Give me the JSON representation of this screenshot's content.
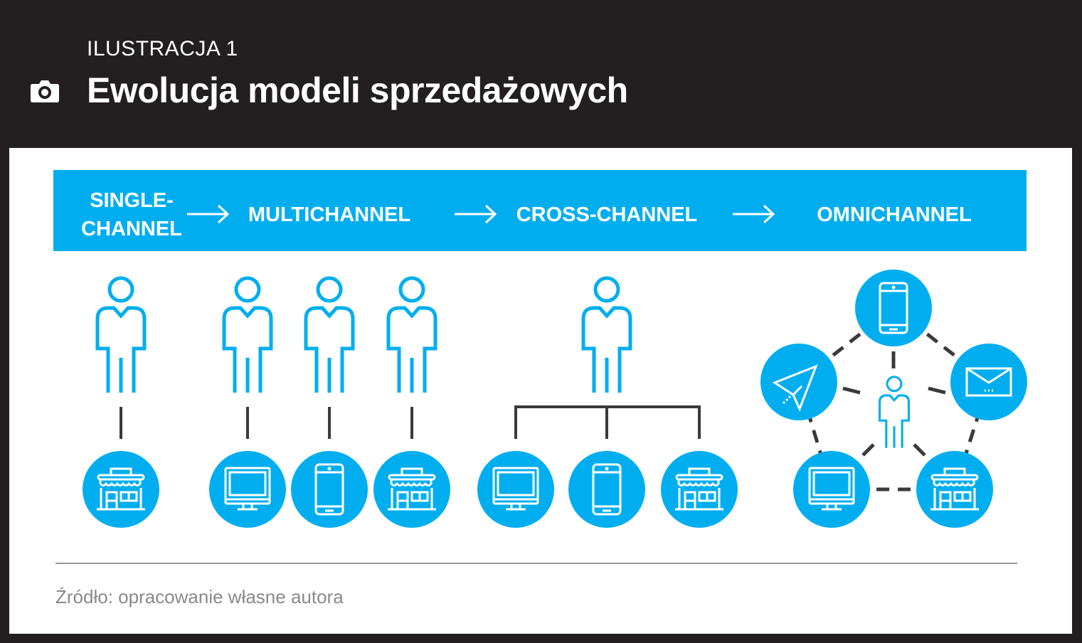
{
  "header": {
    "subtitle": "ILUSTRACJA 1",
    "title": "Ewolucja modeli sprzedażowych"
  },
  "stages": {
    "single_line1": "SINGLE-",
    "single_line2": "CHANNEL",
    "multi": "MULTICHANNEL",
    "cross": "CROSS-CHANNEL",
    "omni": "OMNICHANNEL"
  },
  "source": "Źródło: opracowanie własne autora",
  "colors": {
    "accent": "#00aeef",
    "background": "#231f20",
    "connector": "#3a3a3a"
  }
}
